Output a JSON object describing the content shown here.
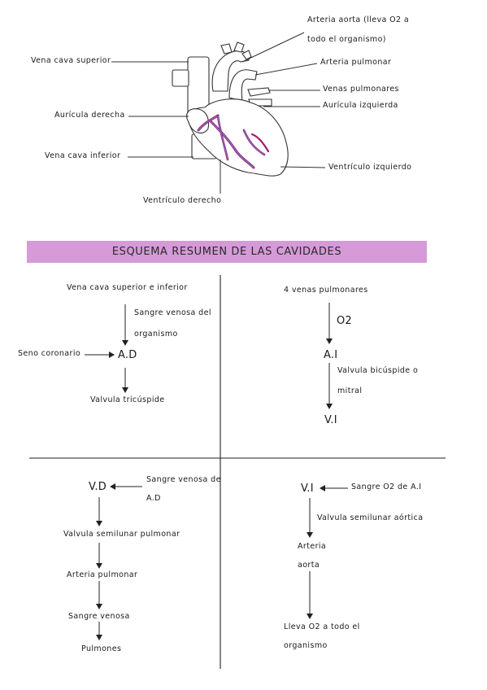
{
  "heart_labels": {
    "arteria_aorta_line1": "Arteria aorta (lleva O2 a",
    "arteria_aorta_line2": "todo el organismo)",
    "vena_cava_superior": "Vena cava superior",
    "arteria_pulmonar": "Arteria pulmonar",
    "venas_pulmonares": "Venas pulmonares",
    "auricula_derecha": "Aurícula derecha",
    "auricula_izquierda": "Aurícula izquierda",
    "vena_cava_inferior": "Vena cava inferior",
    "ventriculo_izquierdo": "Ventrículo izquierdo",
    "ventriculo_derecho": "Ventrículo derecho"
  },
  "banner": {
    "title": "ESQUEMA RESUMEN DE LAS CAVIDADES",
    "color": "#d59ad7"
  },
  "quadrant_ad": {
    "source": "Vena cava superior e inferior",
    "note_line1": "Sangre venosa del",
    "note_line2": "organismo",
    "side_input": "Seno coronario",
    "chamber": "A.D",
    "valve": "Valvula tricúspide"
  },
  "quadrant_ai": {
    "source": "4 venas pulmonares",
    "note": "O2",
    "chamber": "A.I",
    "valve_line1": "Valvula bicúspide o",
    "valve_line2": "mitral",
    "destination": "V.I"
  },
  "quadrant_vd": {
    "chamber": "V.D",
    "note_line1": "Sangre venosa de",
    "note_line2": "A.D",
    "valve": "Valvula semilunar pulmonar",
    "artery": "Arteria pulmonar",
    "blood": "Sangre venosa",
    "destination": "Pulmones"
  },
  "quadrant_vi": {
    "chamber": "V.I",
    "input": "Sangre O2 de A.I",
    "valve": "Valvula semilunar aórtica",
    "artery_line1": "Arteria",
    "artery_line2": "aorta",
    "dest_line1": "Lleva O2 a todo el",
    "dest_line2": "organismo"
  },
  "colors": {
    "vessel": "#a01d6e",
    "vessel_inner": "#6a8de0",
    "line": "#222222"
  }
}
